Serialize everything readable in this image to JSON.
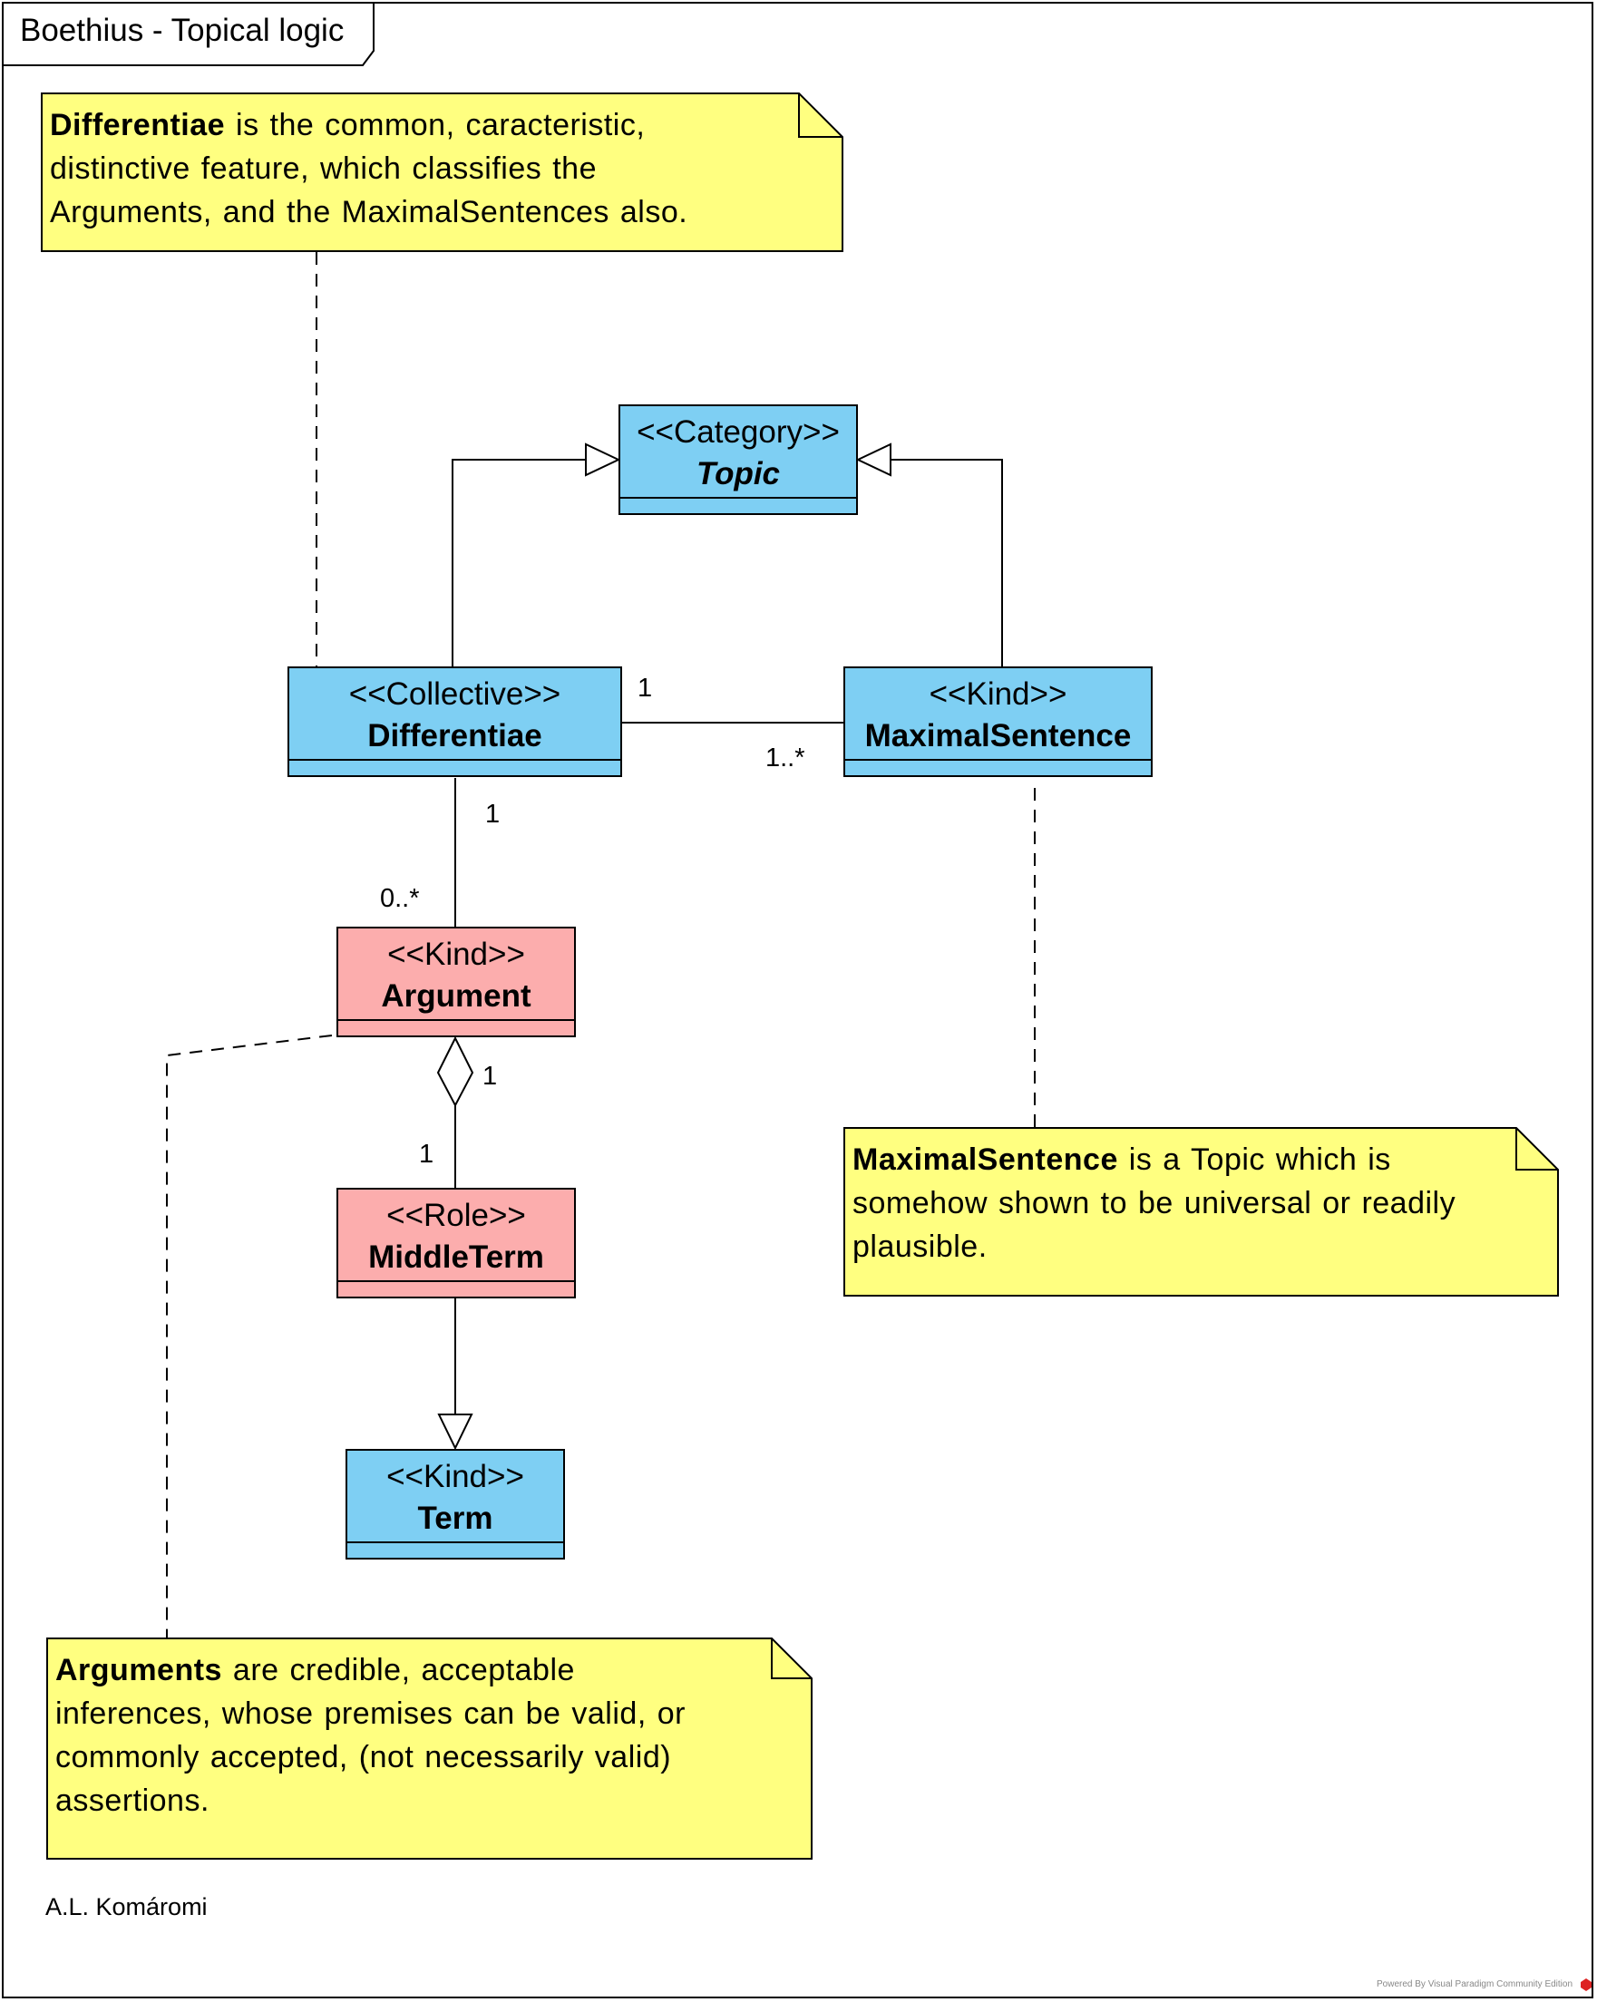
{
  "diagram": {
    "title": "Boethius - Topical logic",
    "author": "A.L. Komáromi",
    "powered_by": "Powered By  Visual Paradigm Community Edition"
  },
  "colors": {
    "kind_blue": "#7ecff3",
    "role_pink": "#fcadad",
    "note_yellow": "#ffff80"
  },
  "classes": {
    "topic": {
      "stereotype": "<<Category>>",
      "name": "Topic"
    },
    "differentiae": {
      "stereotype": "<<Collective>>",
      "name": "Differentiae"
    },
    "maximal": {
      "stereotype": "<<Kind>>",
      "name": "MaximalSentence"
    },
    "argument": {
      "stereotype": "<<Kind>>",
      "name": "Argument"
    },
    "middle": {
      "stereotype": "<<Role>>",
      "name": "MiddleTerm"
    },
    "term": {
      "stereotype": "<<Kind>>",
      "name": "Term"
    }
  },
  "notes": {
    "differentiae": {
      "bold": "Differentiae",
      "line1": " is the common, caracteristic,",
      "line2": "distinctive feature, which classifies the",
      "line3": "Arguments, and the MaximalSentences also."
    },
    "maximal": {
      "bold": "MaximalSentence",
      "line1": " is a Topic which is",
      "line2": "somehow shown to be universal or readily",
      "line3": "plausible."
    },
    "argument": {
      "bold": "Arguments",
      "line1": " are credible, acceptable",
      "line2": "inferences, whose premises can be valid, or",
      "line3": "commonly accepted, (not necessarily valid)",
      "line4": "assertions."
    }
  },
  "multiplicities": {
    "diff_maximal_diff_end": "1",
    "diff_maximal_max_end": "1..*",
    "diff_argument_diff_end": "1",
    "diff_argument_arg_end": "0..*",
    "arg_middle_arg_end": "1",
    "arg_middle_middle_end": "1"
  }
}
